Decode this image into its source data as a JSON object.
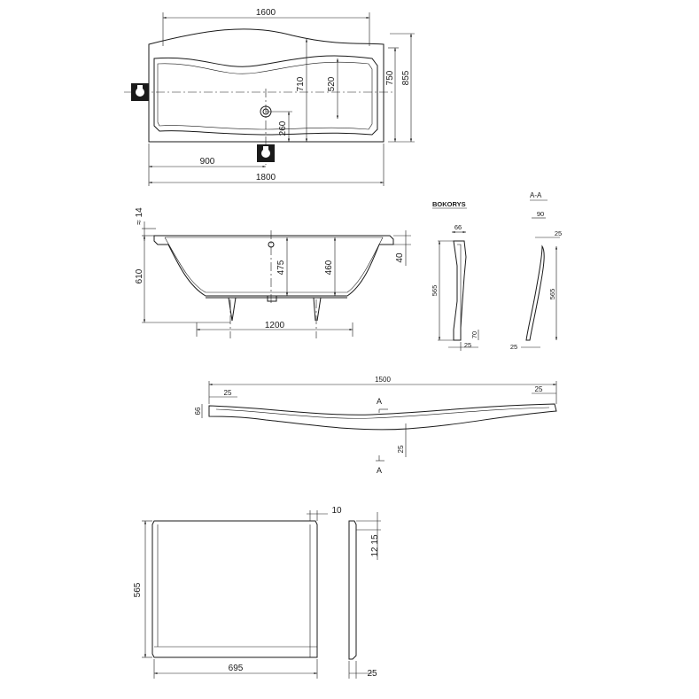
{
  "top_view": {
    "dims": {
      "length_inner": "1600",
      "length_outer": "1800",
      "drain_pos": "900",
      "w710": "710",
      "w520": "520",
      "w750": "750",
      "w855": "855",
      "w260": "260"
    }
  },
  "front_view": {
    "dims": {
      "rim": "≈ 14",
      "height": "610",
      "depth1": "475",
      "depth2": "460",
      "right": "40",
      "legs": "1200"
    }
  },
  "bokorys": {
    "title": "BOKORYS",
    "dims": {
      "top": "66",
      "height": "565",
      "base1": "70",
      "base2": "25"
    }
  },
  "section_aa": {
    "title": "A-A",
    "dims": {
      "top": "90",
      "offset": "25",
      "height": "565",
      "base": "25"
    }
  },
  "panel_top": {
    "dims": {
      "length": "1500",
      "left": "25",
      "right": "25",
      "thick": "66",
      "bottom": "25"
    },
    "marker": "A"
  },
  "side_panel": {
    "dims": {
      "height": "565",
      "width": "695",
      "top": "10",
      "side": "12 15",
      "bottom": "25"
    }
  }
}
